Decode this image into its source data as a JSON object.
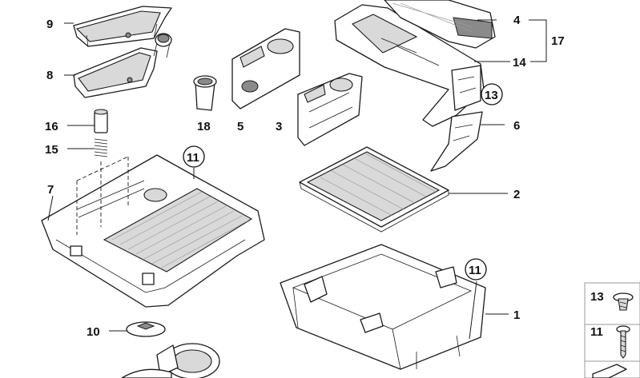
{
  "callouts": {
    "p1": "1",
    "p2": "2",
    "p3": "3",
    "p4": "4",
    "p5": "5",
    "p6": "6",
    "p7": "7",
    "p8": "8",
    "p9": "9",
    "p10": "10",
    "p11_top": "11",
    "p11_lower": "11",
    "p13": "13",
    "p14": "14",
    "p15": "15",
    "p16": "16",
    "p17": "17",
    "p18": "18"
  },
  "side_panel": {
    "item_13": "13",
    "item_11": "11"
  },
  "icon_names": [
    "screw-13-icon",
    "screw-11-icon",
    "partial-part-icon"
  ]
}
